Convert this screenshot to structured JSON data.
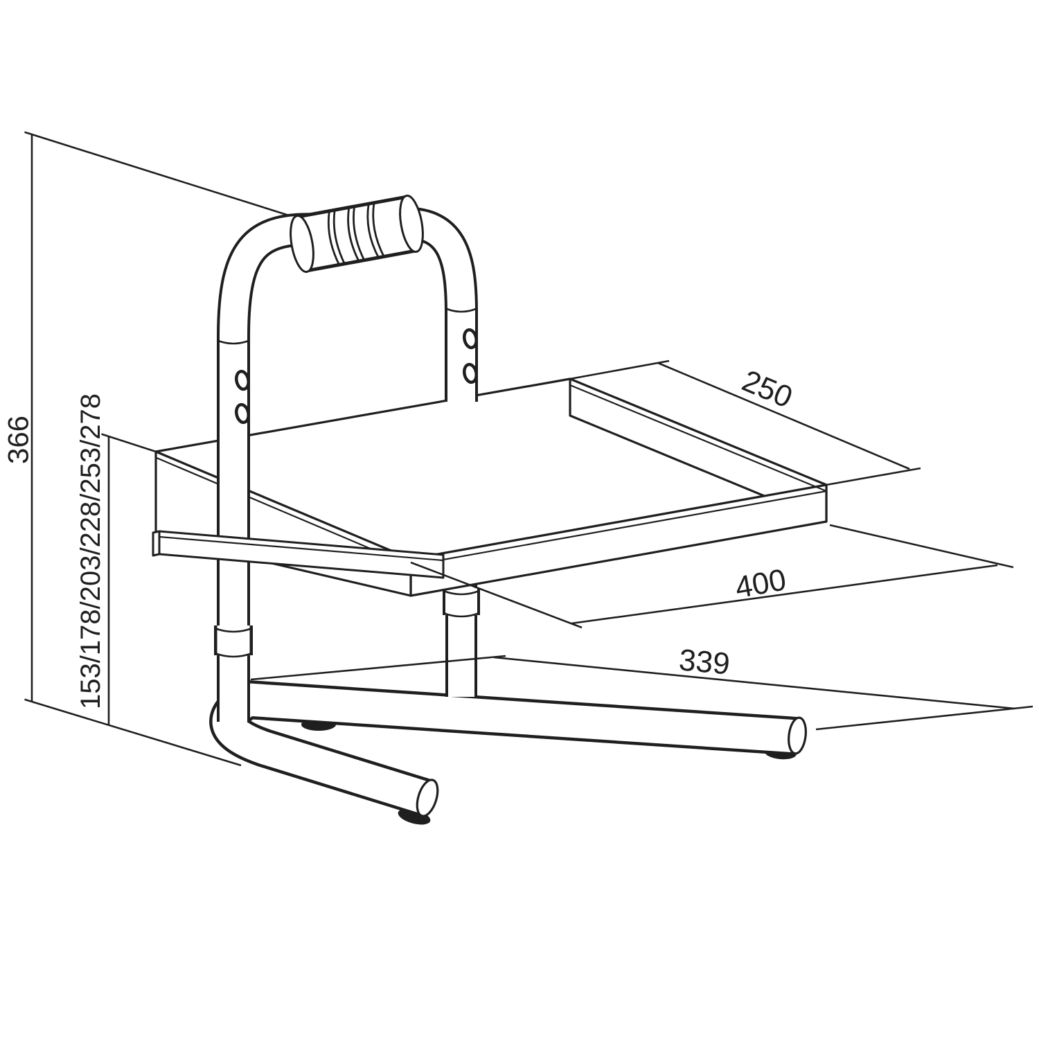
{
  "drawing": {
    "kind": "technical line drawing",
    "subject": "height-adjustable footrest with grab handle, tilted platform and tubular floor base",
    "background_color": "#ffffff",
    "line_color": "#1f1f1f",
    "labels": {
      "overall_height": "366",
      "height_settings": "153/178/203/228/253/278",
      "platform_depth": "250",
      "platform_width": "400",
      "base_length": "339"
    }
  }
}
